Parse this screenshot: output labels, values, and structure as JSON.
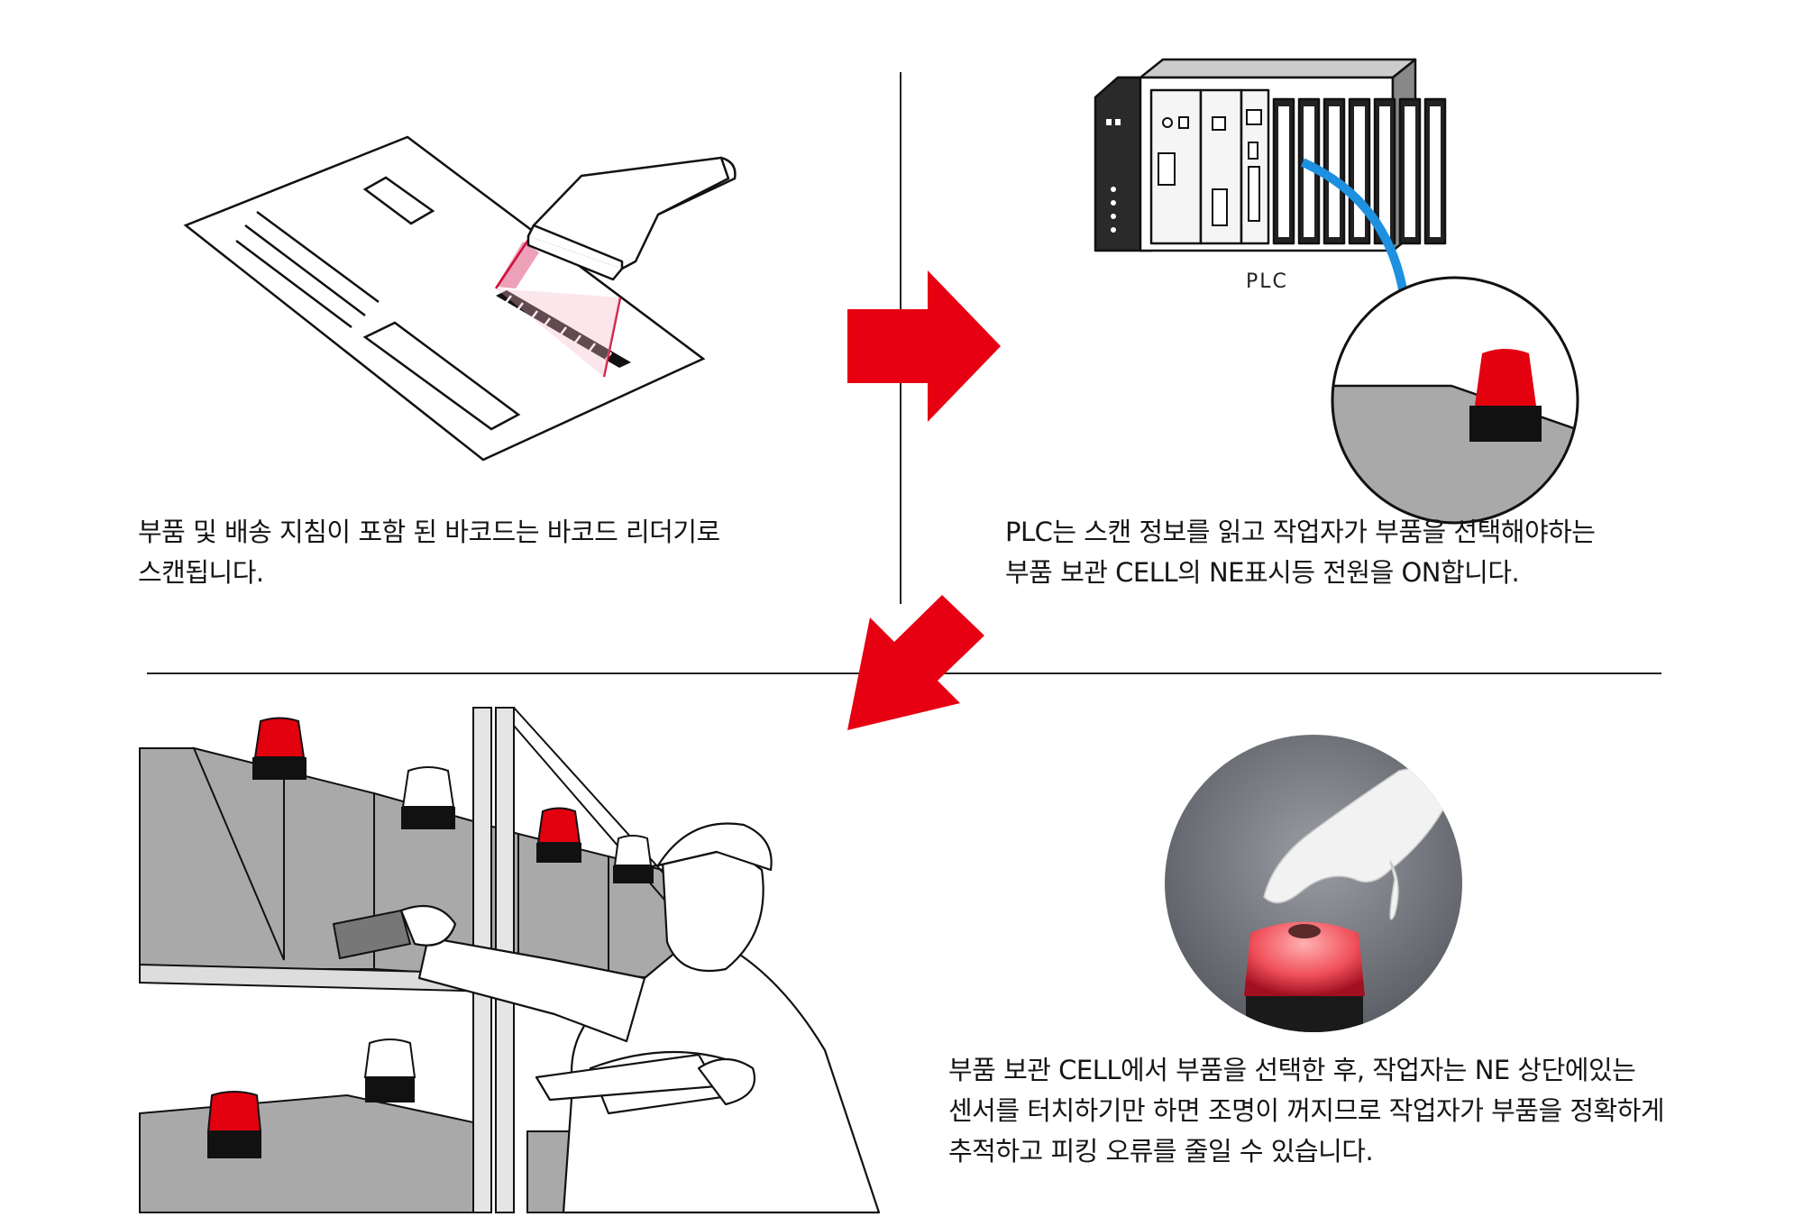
{
  "steps": [
    {
      "id": "scan",
      "lines": [
        "부품 및 배송 지침이 포함 된 바코드는 바코드 리더기로",
        "스캔됩니다."
      ]
    },
    {
      "id": "plc",
      "device_label": "PLC",
      "lines": [
        "PLC는 스캔 정보를 읽고 작업자가 부품을 선택해야하는",
        "부품 보관 CELL의 NE표시등 전원을 ON합니다."
      ]
    },
    {
      "id": "pick",
      "lines": [
        "부품 보관 CELL에서 부품을 선택한 후, 작업자는 NE 상단에있는",
        "센서를 터치하기만 하면 조명이 꺼지므로 작업자가 부품을 정확하게",
        "추적하고 피킹 오류를 줄일 수 있습니다."
      ]
    }
  ],
  "colors": {
    "arrow_red": "#e60012",
    "lamp_red": "#e3000f",
    "arrow_blue": "#1e90e0",
    "shelf_gray": "#a9a9a9"
  },
  "icons": [
    "barcode-scanner-icon",
    "plc-icon",
    "signal-lamp-icon",
    "warehouse-shelf-icon",
    "worker-icon",
    "hand-touch-icon"
  ]
}
